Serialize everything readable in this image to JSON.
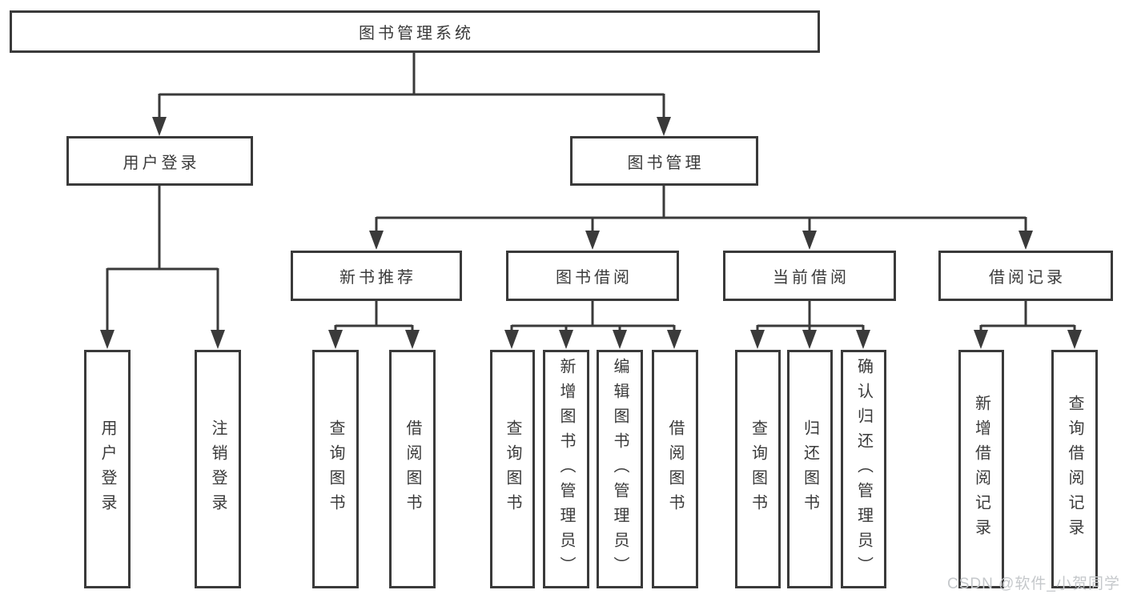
{
  "diagram": {
    "title": "图书管理系统",
    "type": "tree",
    "tree": {
      "label": "图书管理系统",
      "children": [
        {
          "label": "用户登录",
          "children": [
            {
              "label": "用户登录"
            },
            {
              "label": "注销登录"
            }
          ]
        },
        {
          "label": "图书管理",
          "children": [
            {
              "label": "新书推荐",
              "children": [
                {
                  "label": "查询图书"
                },
                {
                  "label": "借阅图书"
                }
              ]
            },
            {
              "label": "图书借阅",
              "children": [
                {
                  "label": "查询图书"
                },
                {
                  "label": "新增图书（管理员）"
                },
                {
                  "label": "编辑图书（管理员）"
                },
                {
                  "label": "借阅图书"
                }
              ]
            },
            {
              "label": "当前借阅",
              "children": [
                {
                  "label": "查询图书"
                },
                {
                  "label": "归还图书"
                },
                {
                  "label": "确认归还（管理员）"
                }
              ]
            },
            {
              "label": "借阅记录",
              "children": [
                {
                  "label": "新增借阅记录"
                },
                {
                  "label": "查询借阅记录"
                }
              ]
            }
          ]
        }
      ]
    }
  },
  "watermark": {
    "text": "CSDN @软件_小贺同学"
  },
  "colors": {
    "line": "#3a3a3a",
    "text": "#3a3a3a",
    "box_fill": "#ffffff",
    "background": "#ffffff",
    "watermark": "#c5c8cb"
  }
}
